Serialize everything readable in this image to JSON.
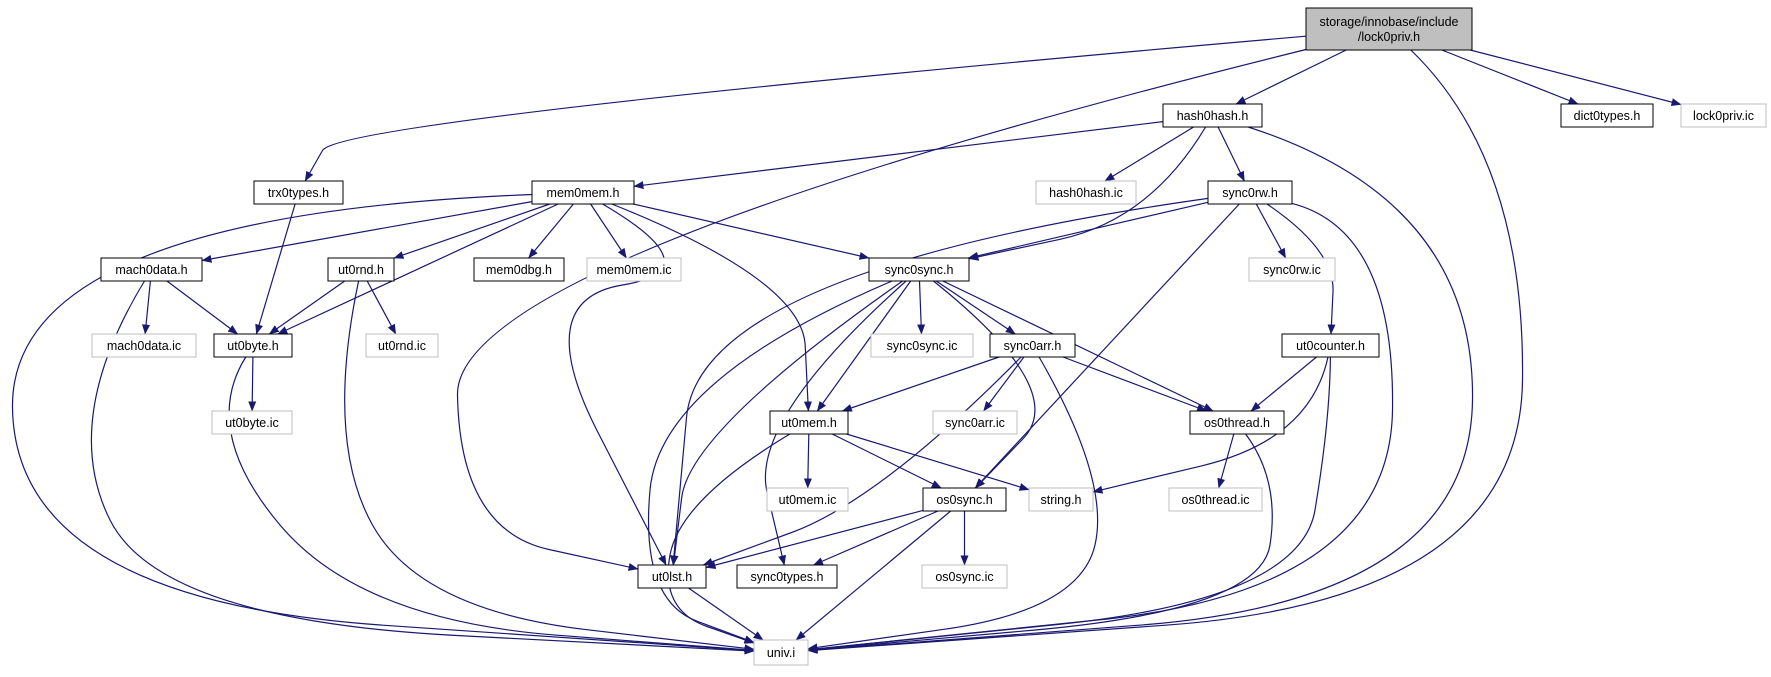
{
  "nodes": {
    "lock0priv_h": {
      "lines": [
        "storage/innobase/include",
        "/lock0priv.h"
      ],
      "style": "root"
    },
    "hash0hash_h": {
      "lines": [
        "hash0hash.h"
      ],
      "style": "file"
    },
    "dict0types_h": {
      "lines": [
        "dict0types.h"
      ],
      "style": "file"
    },
    "lock0priv_ic": {
      "lines": [
        "lock0priv.ic"
      ],
      "style": "missing"
    },
    "trx0types_h": {
      "lines": [
        "trx0types.h"
      ],
      "style": "file"
    },
    "mem0mem_h": {
      "lines": [
        "mem0mem.h"
      ],
      "style": "file"
    },
    "hash0hash_ic": {
      "lines": [
        "hash0hash.ic"
      ],
      "style": "missing"
    },
    "sync0rw_h": {
      "lines": [
        "sync0rw.h"
      ],
      "style": "file"
    },
    "mach0data_h": {
      "lines": [
        "mach0data.h"
      ],
      "style": "file"
    },
    "ut0rnd_h": {
      "lines": [
        "ut0rnd.h"
      ],
      "style": "file"
    },
    "mem0dbg_h": {
      "lines": [
        "mem0dbg.h"
      ],
      "style": "file"
    },
    "mem0mem_ic": {
      "lines": [
        "mem0mem.ic"
      ],
      "style": "missing"
    },
    "sync0sync_h": {
      "lines": [
        "sync0sync.h"
      ],
      "style": "file"
    },
    "sync0rw_ic": {
      "lines": [
        "sync0rw.ic"
      ],
      "style": "missing"
    },
    "mach0data_ic": {
      "lines": [
        "mach0data.ic"
      ],
      "style": "missing"
    },
    "ut0byte_h": {
      "lines": [
        "ut0byte.h"
      ],
      "style": "file"
    },
    "ut0rnd_ic": {
      "lines": [
        "ut0rnd.ic"
      ],
      "style": "missing"
    },
    "sync0sync_ic": {
      "lines": [
        "sync0sync.ic"
      ],
      "style": "missing"
    },
    "sync0arr_h": {
      "lines": [
        "sync0arr.h"
      ],
      "style": "file"
    },
    "ut0counter_h": {
      "lines": [
        "ut0counter.h"
      ],
      "style": "file"
    },
    "ut0byte_ic": {
      "lines": [
        "ut0byte.ic"
      ],
      "style": "missing"
    },
    "ut0mem_h": {
      "lines": [
        "ut0mem.h"
      ],
      "style": "file"
    },
    "sync0arr_ic": {
      "lines": [
        "sync0arr.ic"
      ],
      "style": "missing"
    },
    "os0thread_h": {
      "lines": [
        "os0thread.h"
      ],
      "style": "file"
    },
    "ut0mem_ic": {
      "lines": [
        "ut0mem.ic"
      ],
      "style": "missing"
    },
    "os0sync_h": {
      "lines": [
        "os0sync.h"
      ],
      "style": "file"
    },
    "string_h": {
      "lines": [
        "string.h"
      ],
      "style": "missing"
    },
    "os0thread_ic": {
      "lines": [
        "os0thread.ic"
      ],
      "style": "missing"
    },
    "ut0lst_h": {
      "lines": [
        "ut0lst.h"
      ],
      "style": "file"
    },
    "sync0types_h": {
      "lines": [
        "sync0types.h"
      ],
      "style": "file"
    },
    "os0sync_ic": {
      "lines": [
        "os0sync.ic"
      ],
      "style": "missing"
    },
    "univ_i": {
      "lines": [
        "univ.i"
      ],
      "style": "missing"
    }
  },
  "edges": [
    [
      "lock0priv_h",
      "hash0hash_h"
    ],
    [
      "lock0priv_h",
      "dict0types_h"
    ],
    [
      "lock0priv_h",
      "lock0priv_ic"
    ],
    [
      "lock0priv_h",
      "trx0types_h"
    ],
    [
      "lock0priv_h",
      "ut0lst_h"
    ],
    [
      "lock0priv_h",
      "univ_i"
    ],
    [
      "hash0hash_h",
      "mem0mem_h"
    ],
    [
      "hash0hash_h",
      "hash0hash_ic"
    ],
    [
      "hash0hash_h",
      "sync0rw_h"
    ],
    [
      "hash0hash_h",
      "sync0sync_h"
    ],
    [
      "hash0hash_h",
      "univ_i"
    ],
    [
      "trx0types_h",
      "ut0byte_h"
    ],
    [
      "mem0mem_h",
      "mach0data_h"
    ],
    [
      "mem0mem_h",
      "ut0byte_h"
    ],
    [
      "mem0mem_h",
      "ut0rnd_h"
    ],
    [
      "mem0mem_h",
      "mem0dbg_h"
    ],
    [
      "mem0mem_h",
      "mem0mem_ic"
    ],
    [
      "mem0mem_h",
      "sync0sync_h"
    ],
    [
      "mem0mem_h",
      "ut0mem_h"
    ],
    [
      "mem0mem_h",
      "ut0lst_h"
    ],
    [
      "mem0mem_h",
      "univ_i"
    ],
    [
      "sync0rw_h",
      "sync0sync_h"
    ],
    [
      "sync0rw_h",
      "sync0rw_ic"
    ],
    [
      "sync0rw_h",
      "ut0counter_h"
    ],
    [
      "sync0rw_h",
      "ut0lst_h"
    ],
    [
      "sync0rw_h",
      "os0sync_h"
    ],
    [
      "sync0rw_h",
      "univ_i"
    ],
    [
      "mach0data_h",
      "mach0data_ic"
    ],
    [
      "mach0data_h",
      "ut0byte_h"
    ],
    [
      "mach0data_h",
      "univ_i"
    ],
    [
      "ut0rnd_h",
      "ut0byte_h"
    ],
    [
      "ut0rnd_h",
      "ut0rnd_ic"
    ],
    [
      "ut0rnd_h",
      "univ_i"
    ],
    [
      "sync0sync_h",
      "sync0sync_ic"
    ],
    [
      "sync0sync_h",
      "sync0arr_h"
    ],
    [
      "sync0sync_h",
      "ut0mem_h"
    ],
    [
      "sync0sync_h",
      "os0thread_h"
    ],
    [
      "sync0sync_h",
      "os0sync_h"
    ],
    [
      "sync0sync_h",
      "ut0lst_h"
    ],
    [
      "sync0sync_h",
      "sync0types_h"
    ],
    [
      "sync0sync_h",
      "univ_i"
    ],
    [
      "ut0byte_h",
      "ut0byte_ic"
    ],
    [
      "ut0byte_h",
      "univ_i"
    ],
    [
      "sync0arr_h",
      "sync0arr_ic"
    ],
    [
      "sync0arr_h",
      "ut0mem_h"
    ],
    [
      "sync0arr_h",
      "os0thread_h"
    ],
    [
      "sync0arr_h",
      "ut0lst_h"
    ],
    [
      "sync0arr_h",
      "univ_i"
    ],
    [
      "ut0counter_h",
      "os0thread_h"
    ],
    [
      "ut0counter_h",
      "string_h"
    ],
    [
      "ut0counter_h",
      "univ_i"
    ],
    [
      "ut0mem_h",
      "ut0mem_ic"
    ],
    [
      "ut0mem_h",
      "os0sync_h"
    ],
    [
      "ut0mem_h",
      "string_h"
    ],
    [
      "ut0mem_h",
      "univ_i"
    ],
    [
      "os0thread_h",
      "os0thread_ic"
    ],
    [
      "os0thread_h",
      "univ_i"
    ],
    [
      "os0sync_h",
      "os0sync_ic"
    ],
    [
      "os0sync_h",
      "ut0lst_h"
    ],
    [
      "os0sync_h",
      "sync0types_h"
    ],
    [
      "os0sync_h",
      "univ_i"
    ],
    [
      "ut0lst_h",
      "univ_i"
    ]
  ],
  "colors": {
    "edge": "#191970",
    "root_fill": "#bfbfbf",
    "node_stroke": "#000000",
    "missing_stroke": "#bfbfbf",
    "node_text": "#000000"
  }
}
